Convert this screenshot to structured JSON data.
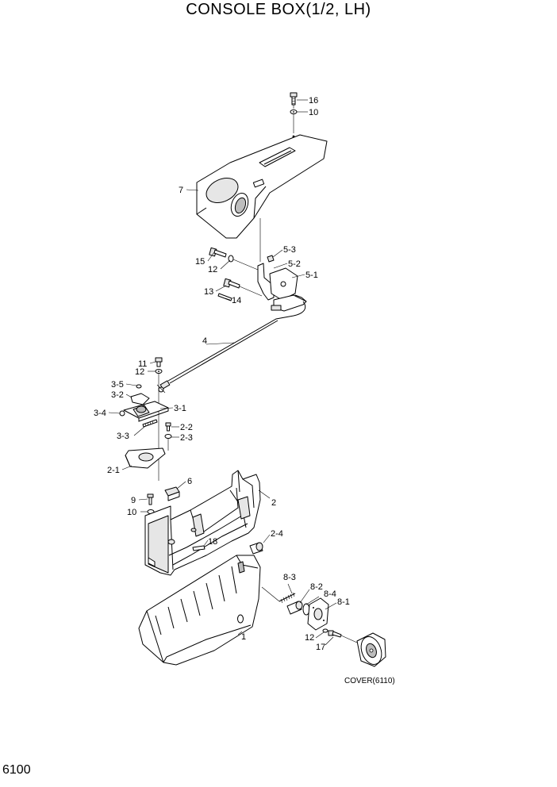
{
  "title": "CONSOLE BOX(1/2, LH)",
  "page_number": "6100",
  "cover_reference": "COVER(6110)",
  "callouts": {
    "c16": "16",
    "c10a": "10",
    "c7": "7",
    "c5_3": "5-3",
    "c15": "15",
    "c5_2": "5-2",
    "c12a": "12",
    "c5_1": "5-1",
    "c13": "13",
    "c14": "14",
    "c4": "4",
    "c11": "11",
    "c12b": "12",
    "c3_5": "3-5",
    "c3_2": "3-2",
    "c3_4": "3-4",
    "c3_1": "3-1",
    "c2_2": "2-2",
    "c3_3": "3-3",
    "c2_3": "2-3",
    "c2_1": "2-1",
    "c6": "6",
    "c9": "9",
    "c2": "2",
    "c10b": "10",
    "c2_4": "2-4",
    "c18": "18",
    "c8_3": "8-3",
    "c8_2": "8-2",
    "c8_4": "8-4",
    "c8_1": "8-1",
    "c12c": "12",
    "c1": "1",
    "c17": "17"
  }
}
